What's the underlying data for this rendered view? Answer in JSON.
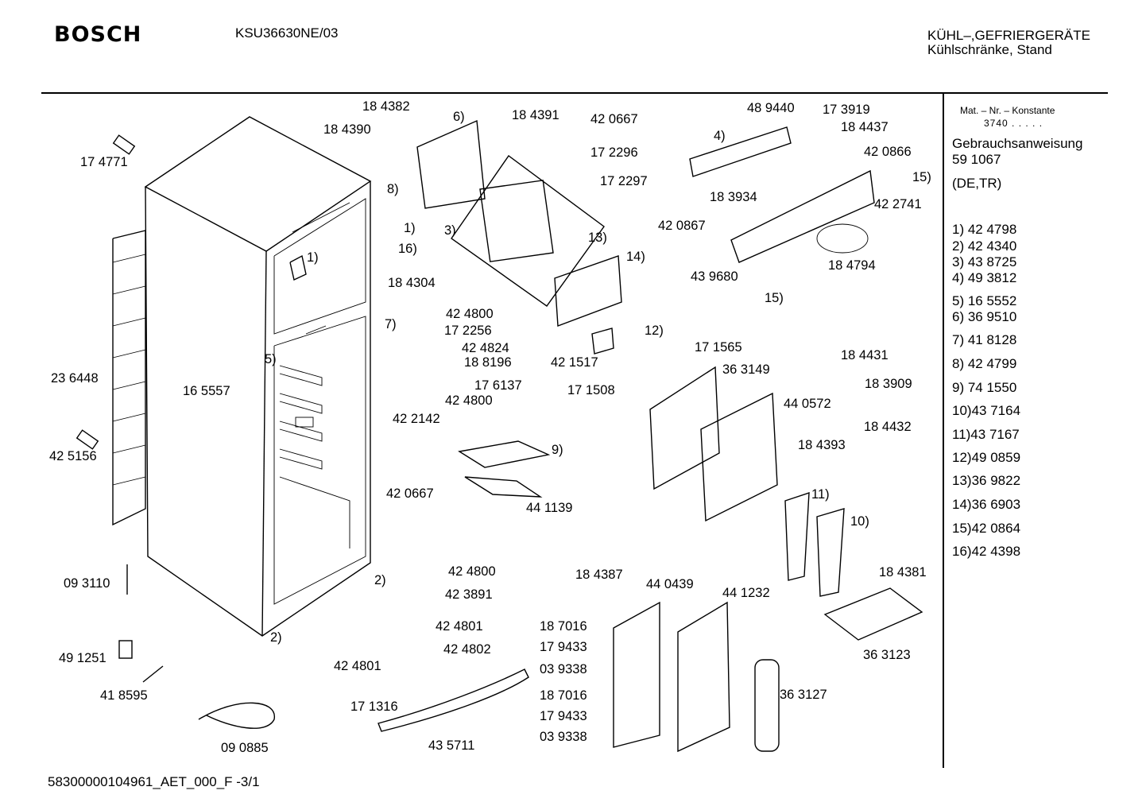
{
  "header": {
    "brand": "BOSCH",
    "model": "KSU36630NE/03",
    "category_line1": "KÜHL–,GEFRIERGERÄTE",
    "category_line2": "Kühlschränke, Stand"
  },
  "footer": {
    "code": "58300000104961_AET_000_F -3/1"
  },
  "sidebar": {
    "mat_label": "Mat. – Nr. – Konstante",
    "mat_value": "3740 . . . . .",
    "manual_label": "Gebrauchsanweisung",
    "manual_number": "59 1067",
    "languages": "(DE,TR)",
    "legend": [
      "1) 42 4798",
      "2) 42 4340",
      "3) 43 8725",
      "4) 49 3812",
      "5) 16 5552",
      "6) 36 9510",
      "7) 41 8128",
      "8) 42 4799",
      "9) 74 1550",
      "10)43 7164",
      "11)43 7167",
      "12)49 0859",
      "13)36 9822",
      "14)36 6903",
      "15)42 0864",
      "16)42 4398"
    ]
  },
  "parts": [
    "17 4771",
    "23 6448",
    "42 5156",
    "09 3110",
    "49 1251",
    "41 8595",
    "09 0885",
    "16 5557",
    "18 4382",
    "18 4390",
    "18 4391",
    "42 0667",
    "17 2296",
    "17 2297",
    "18 4304",
    "42 4800",
    "17 2256",
    "42 4824",
    "18 8196",
    "17 6137",
    "42 4800",
    "42 2142",
    "42 0667",
    "44 1139",
    "42 4800",
    "42 3891",
    "42 4801",
    "42 4802",
    "42 4801",
    "17 1316",
    "43 5711",
    "42 1517",
    "17 1565",
    "17 1508",
    "36 3149",
    "44 0572",
    "18 4393",
    "48 9440",
    "17 3919",
    "18 4437",
    "42 0866",
    "18 3934",
    "42 2741",
    "42 0867",
    "18 4794",
    "43 9680",
    "18 4431",
    "18 3909",
    "18 4432",
    "18 4387",
    "44 0439",
    "44 1232",
    "18 7016",
    "17 9433",
    "03 9338",
    "18 7016",
    "17 9433",
    "03 9338",
    "36 3127",
    "18 4381",
    "36 3123",
    "1)",
    "1)",
    "2)",
    "2)",
    "3)",
    "4)",
    "5)",
    "6)",
    "7)",
    "8)",
    "9)",
    "10)",
    "11)",
    "12)",
    "13)",
    "14)",
    "15)",
    "15)",
    "16)"
  ]
}
